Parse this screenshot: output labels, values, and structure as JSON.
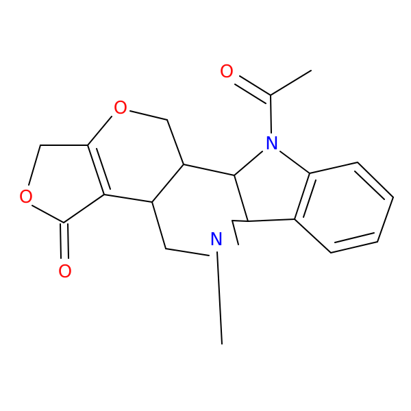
{
  "molecule": {
    "atom_labels": [
      {
        "id": "O_acetyl",
        "text": "O",
        "color": "#ff0d0d"
      },
      {
        "id": "O_pyran",
        "text": "O",
        "color": "#ff0d0d"
      },
      {
        "id": "N_indoline",
        "text": "N",
        "color": "#0000ff"
      },
      {
        "id": "O_lactone_ring",
        "text": "O",
        "color": "#ff0d0d"
      },
      {
        "id": "O_lactone_carbonyl",
        "text": "O",
        "color": "#ff0d0d"
      },
      {
        "id": "N_amine",
        "text": "N",
        "color": "#0000ff"
      }
    ]
  },
  "colors": {
    "carbon_bond": "#000000",
    "oxygen": "#ff0d0d",
    "nitrogen": "#0000ff",
    "background": "#ffffff"
  }
}
